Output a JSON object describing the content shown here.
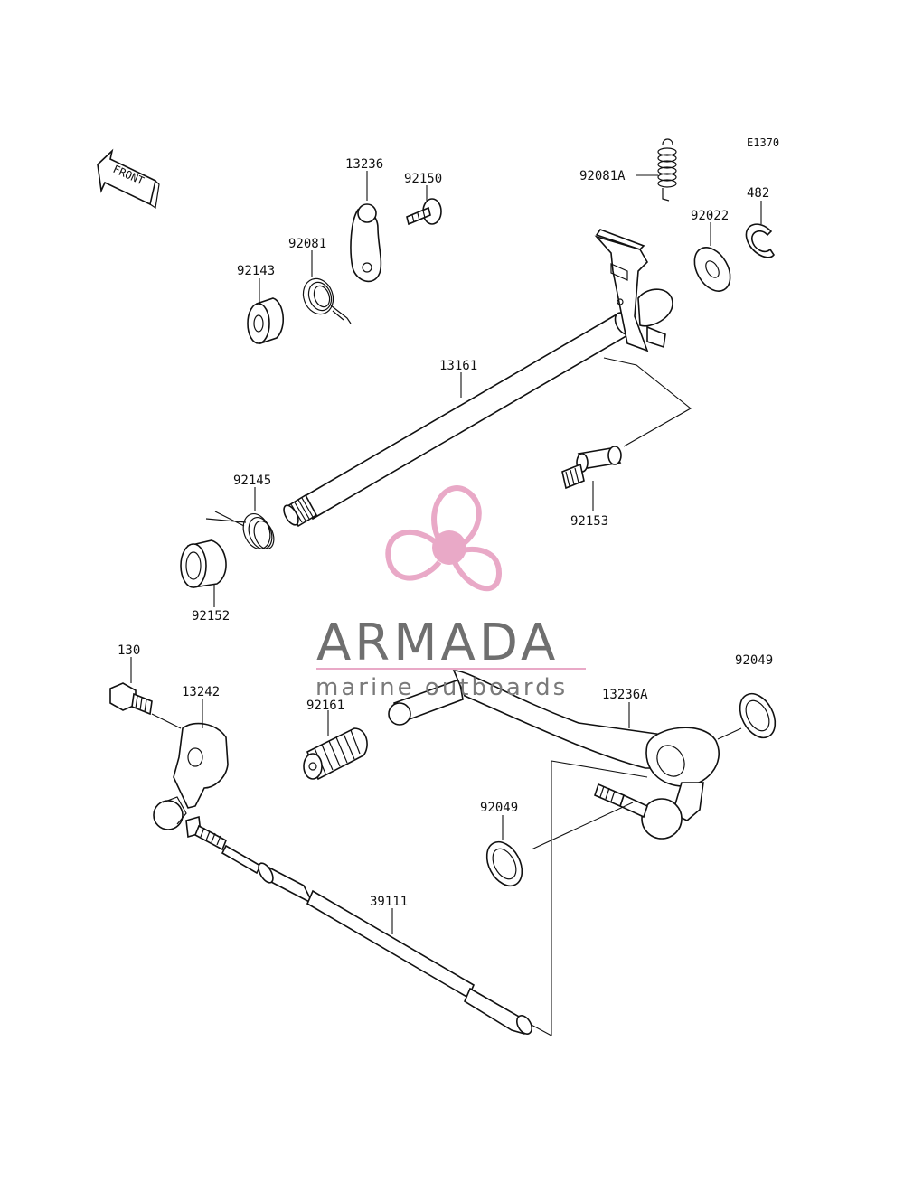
{
  "diagram": {
    "ref_code": "E1370",
    "front_label": "FRONT",
    "parts": [
      {
        "id": "p92081A",
        "number": "92081A"
      },
      {
        "id": "p482",
        "number": "482"
      },
      {
        "id": "p92022",
        "number": "92022"
      },
      {
        "id": "p13236",
        "number": "13236"
      },
      {
        "id": "p92150",
        "number": "92150"
      },
      {
        "id": "p92081",
        "number": "92081"
      },
      {
        "id": "p92143",
        "number": "92143"
      },
      {
        "id": "p13161",
        "number": "13161"
      },
      {
        "id": "p92145",
        "number": "92145"
      },
      {
        "id": "p92153",
        "number": "92153"
      },
      {
        "id": "p92152",
        "number": "92152"
      },
      {
        "id": "p130",
        "number": "130"
      },
      {
        "id": "p13242",
        "number": "13242"
      },
      {
        "id": "p92161",
        "number": "92161"
      },
      {
        "id": "p13236A",
        "number": "13236A"
      },
      {
        "id": "p92049a",
        "number": "92049"
      },
      {
        "id": "p92049b",
        "number": "92049"
      },
      {
        "id": "p39111",
        "number": "39111"
      }
    ]
  },
  "watermark": {
    "brand": "ARMADA",
    "tagline": "marine outboards",
    "colors": {
      "logo": "#e9a9c7",
      "text": "#6f6f6f"
    }
  }
}
